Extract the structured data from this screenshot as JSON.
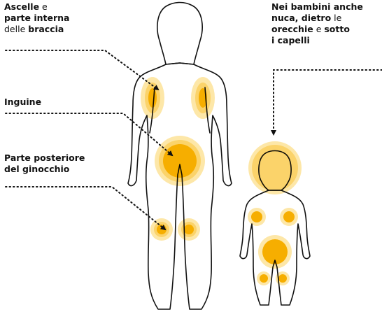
{
  "labels": {
    "ascelle": {
      "line1_bold": "Ascelle",
      "line1_rest": " e",
      "line2_bold": "parte interna",
      "line3_pre": "delle ",
      "line3_bold": "braccia"
    },
    "inguine": {
      "text": "Inguine"
    },
    "ginocchio": {
      "line1": "Parte posteriore",
      "line2": "del ginocchio"
    },
    "bambini": {
      "line1": "Nei bambini anche",
      "line2_bold": "nuca, dietro",
      "line2_rest": " le",
      "line3_bold1": "orecchie",
      "line3_mid": " e ",
      "line3_bold2": "sotto",
      "line4_bold": "i capelli"
    }
  },
  "colors": {
    "outline": "#111111",
    "spot_core": "#f6ae00",
    "spot_halo": "#fbd36a",
    "spot_outer": "#fde7a8"
  }
}
